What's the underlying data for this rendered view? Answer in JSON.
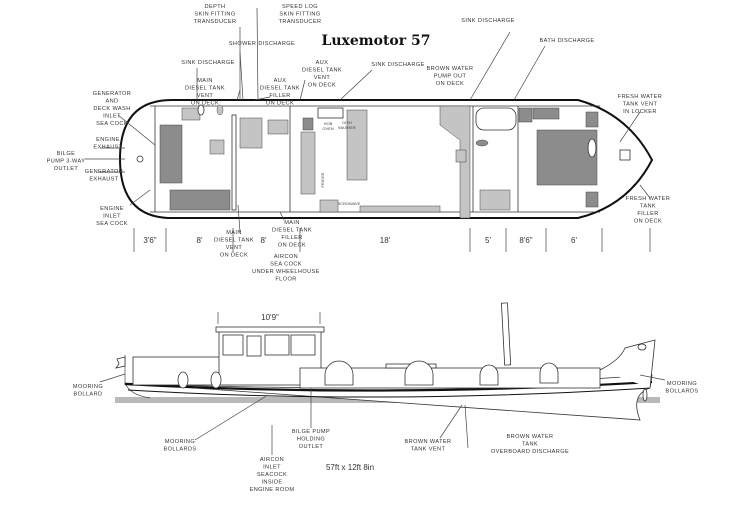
{
  "title": "Luxemotor 57",
  "overall_dimensions": "57ft x 12ft 8in",
  "wheelhouse_dimension": "10'9\"",
  "section_dimensions": [
    "3'6\"",
    "8'",
    "8'",
    "18'",
    "5'",
    "8'6\"",
    "6'"
  ],
  "interior_labels": {
    "hob_oven": [
      "HOB",
      "OVEN"
    ],
    "dishwasher": [
      "DISH",
      "WASHER"
    ],
    "fridge": "FRIDGE",
    "microwave": "MICROWAVE"
  },
  "annotations": {
    "depth": [
      "DEPTH",
      "SKIN FITTING",
      "TRANSDUCER"
    ],
    "speed_log": [
      "SPEED LOG",
      "SKIN FITTING",
      "TRANSDUCER"
    ],
    "shower": [
      "SHOWER DISCHARGE"
    ],
    "sink_aft": [
      "SINK DISCHARGE"
    ],
    "main_diesel_vent_top": [
      "MAIN",
      "DIESEL TANK",
      "VENT",
      "ON DECK"
    ],
    "aux_diesel_filler": [
      "AUX",
      "DIESEL TANK",
      "FILLER",
      "ON DECK"
    ],
    "aux_diesel_vent": [
      "AUX",
      "DIESEL TANK",
      "VENT",
      "ON DECK"
    ],
    "sink_mid": [
      "SINK DISCHARGE"
    ],
    "sink_fwd": [
      "SINK DISCHARGE"
    ],
    "bath": [
      "BATH DISCHARGE"
    ],
    "brown_pump_out": [
      "BROWN WATER",
      "PUMP OUT",
      "ON DECK"
    ],
    "fresh_vent": [
      "FRESH WATER",
      "TANK VENT",
      "IN LOCKER"
    ],
    "fresh_filler": [
      "FRESH WATER",
      "TANK",
      "FILLER",
      "ON DECK"
    ],
    "generator_inlet": [
      "GENERATOR",
      "AND",
      "DECK WASH",
      "INLET",
      "SEA COCK"
    ],
    "engine_exhaust": [
      "ENGINE",
      "EXHAUST"
    ],
    "bilge": [
      "BILGE",
      "PUMP 3-WAY",
      "OUTLET"
    ],
    "generator_exhaust": [
      "GENERATOR",
      "EXHAUST"
    ],
    "engine_inlet": [
      "ENGINE",
      "INLET",
      "SEA COCK"
    ],
    "main_diesel_vent": [
      "MAIN",
      "DIESEL TANK",
      "VENT",
      "ON DECK"
    ],
    "main_diesel_filler": [
      "MAIN",
      "DIESEL TANK",
      "FILLER",
      "ON DECK"
    ],
    "aircon_seacock": [
      "AIRCON",
      "SEA COCK",
      "UNDER WHEELHOUSE",
      "FLOOR"
    ],
    "mooring_aft": [
      "MOORING",
      "BOLLARD"
    ],
    "mooring_fwd": [
      "MOORING",
      "BOLLARDS"
    ],
    "mooring_mid": [
      "MOORING",
      "BOLLARDS"
    ],
    "aircon_inlet": [
      "AIRCON",
      "INLET",
      "SEACOCK",
      "INSIDE",
      "ENGINE ROOM"
    ],
    "bilge_outlet": [
      "BILGE PUMP",
      "HOLDING",
      "OUTLET"
    ],
    "brown_vent": [
      "BROWN WATER",
      "TANK VENT"
    ],
    "brown_overboard": [
      "BROWN WATER",
      "TANK",
      "OVERBOARD DISCHARGE"
    ]
  }
}
